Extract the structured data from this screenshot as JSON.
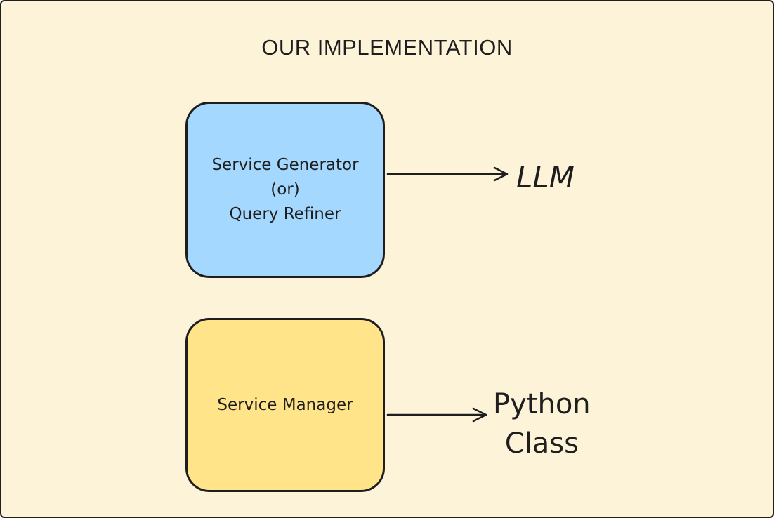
{
  "canvas": {
    "background_color": "#fcf3d9",
    "border_color": "#1f1f1f"
  },
  "title": "OUR IMPLEMENTATION",
  "nodes": [
    {
      "name": "service-generator",
      "label_lines": [
        "Service Generator",
        "(or)",
        "Query Refiner"
      ],
      "fill_color": "#a5d8ff",
      "stroke_color": "#1e1e1e"
    },
    {
      "name": "service-manager",
      "label_lines": [
        "Service Manager"
      ],
      "fill_color": "#ffe48a",
      "stroke_color": "#1e1e1e"
    }
  ],
  "arrows": [
    {
      "name": "service-generator-to-llm",
      "from": "service-generator",
      "to": "llm"
    },
    {
      "name": "service-manager-to-python-class",
      "from": "service-manager",
      "to": "python-class"
    }
  ],
  "labels": [
    {
      "name": "llm",
      "lines": [
        "LLM"
      ]
    },
    {
      "name": "python-class",
      "lines": [
        "Python",
        "Class"
      ]
    }
  ]
}
